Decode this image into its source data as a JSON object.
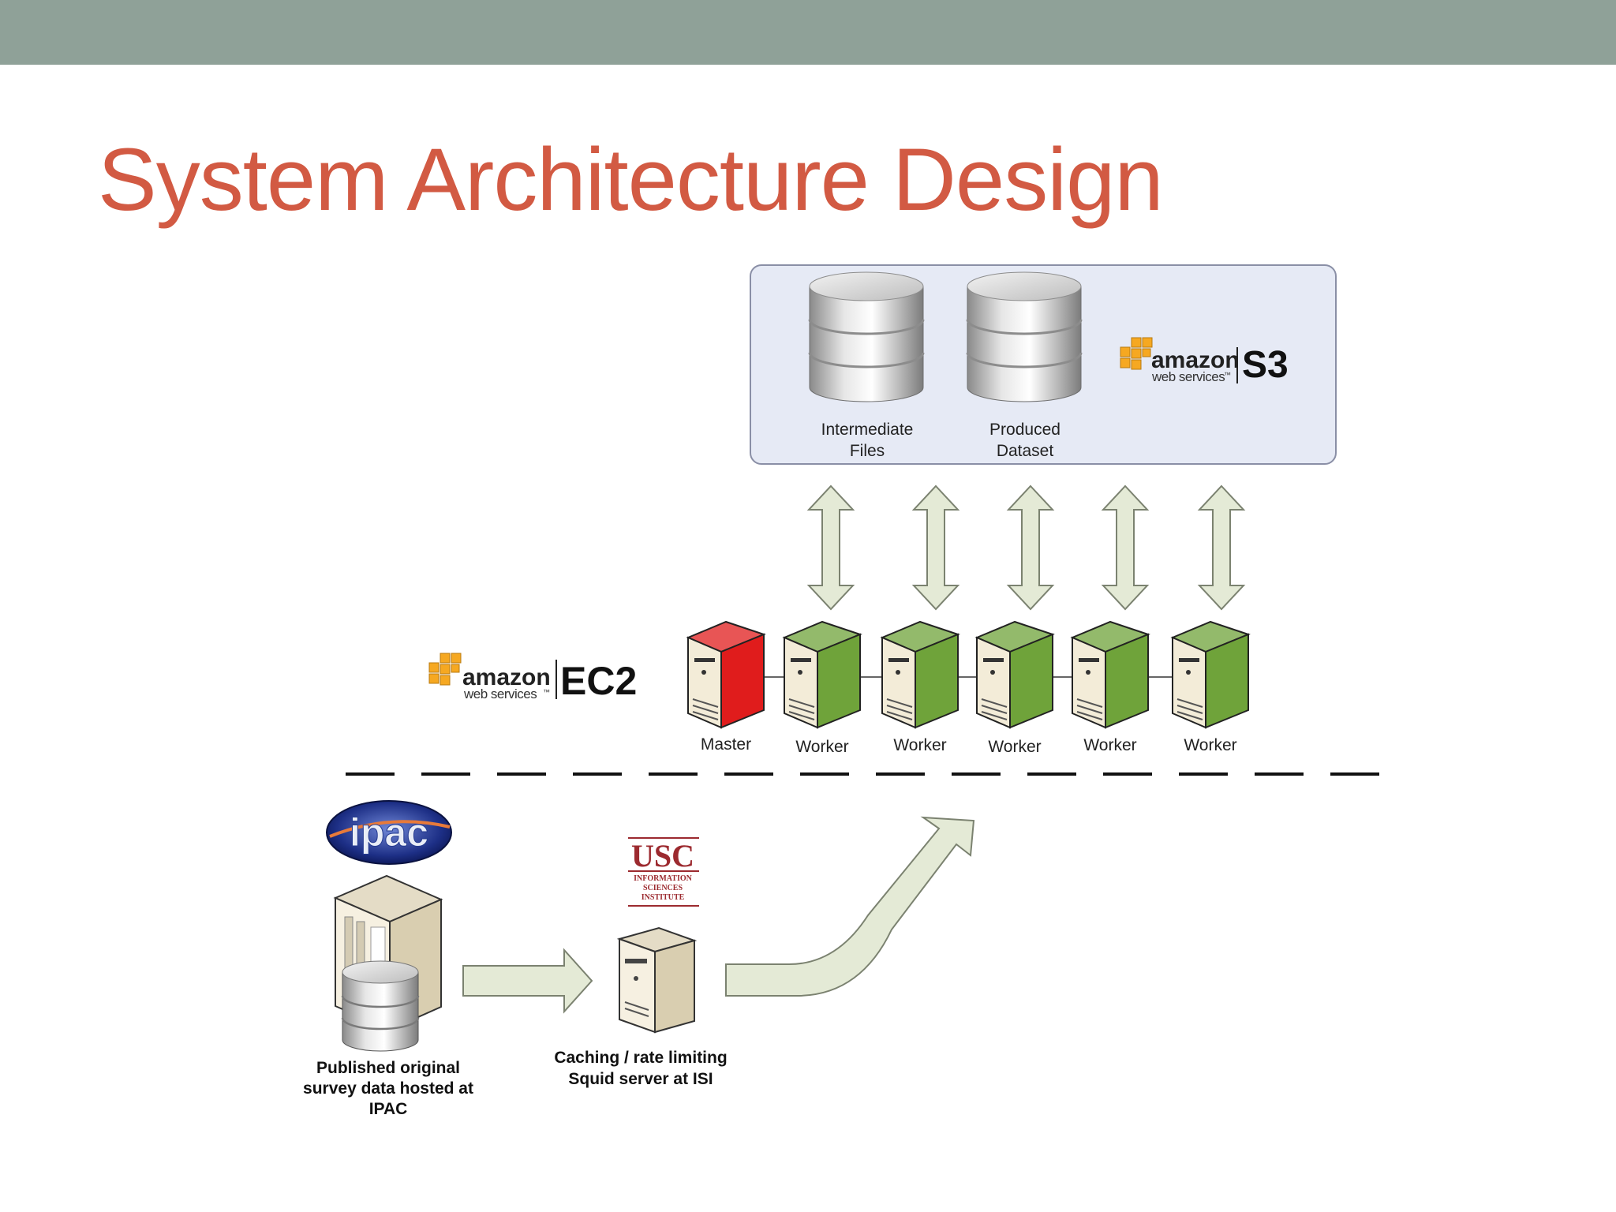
{
  "slide": {
    "title": "System Architecture Design",
    "colors": {
      "top_band": "#8fa198",
      "title": "#d25a43",
      "s3_panel_fill": "#e6eaf5",
      "s3_panel_border": "#8a8fa6",
      "arrow_fill": "#e4ead6",
      "arrow_stroke": "#7b8270",
      "master_server": "#e01c1c",
      "worker_server": "#6fa33a",
      "aws_orange": "#f6a821",
      "usc_maroon": "#9c2a2f"
    }
  },
  "s3": {
    "logo": {
      "brand": "amazon",
      "sub": "web services",
      "tm": "™",
      "service": "S3"
    },
    "stores": [
      {
        "line1": "Intermediate",
        "line2": "Files"
      },
      {
        "line1": "Produced",
        "line2": "Dataset"
      }
    ]
  },
  "ec2": {
    "logo": {
      "brand": "amazon",
      "sub": "web services",
      "tm": "™",
      "service": "EC2"
    },
    "nodes": [
      {
        "label": "Master",
        "role": "master"
      },
      {
        "label": "Worker",
        "role": "worker"
      },
      {
        "label": "Worker",
        "role": "worker"
      },
      {
        "label": "Worker",
        "role": "worker"
      },
      {
        "label": "Worker",
        "role": "worker"
      },
      {
        "label": "Worker",
        "role": "worker"
      }
    ]
  },
  "ipac": {
    "logo_text": "ipac",
    "caption": [
      "Published original",
      "survey data hosted at",
      "IPAC"
    ]
  },
  "isi": {
    "logo": {
      "main": "USC",
      "lines": [
        "INFORMATION",
        "SCIENCES",
        "INSTITUTE"
      ]
    },
    "caption": [
      "Caching / rate limiting",
      "Squid server at ISI"
    ]
  },
  "icons": {
    "database": "database-icon",
    "server": "server-tower-icon",
    "bidirectional_arrow": "double-arrow-icon",
    "flow_arrow": "arrow-right-icon",
    "curved_arrow": "curved-arrow-icon"
  }
}
